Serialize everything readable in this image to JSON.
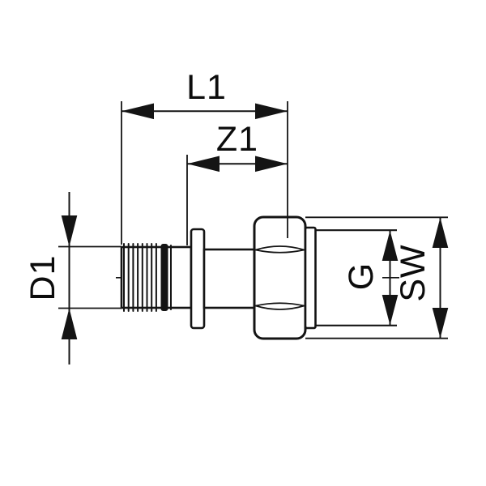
{
  "colors": {
    "background": "#ffffff",
    "line": "#141414",
    "text": "#0c0c0c"
  },
  "labels": {
    "l1": "L1",
    "z1": "Z1",
    "d1": "D1",
    "g": "G",
    "sw": "SW"
  }
}
